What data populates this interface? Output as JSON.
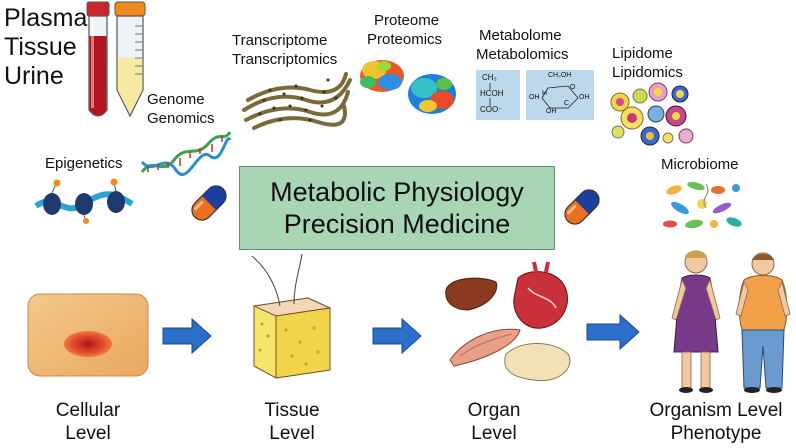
{
  "labels": {
    "sample_plasma": "Plasma",
    "sample_tissue": "Tissue",
    "sample_urine": "Urine",
    "genome": "Genome",
    "genomics": "Genomics",
    "transcriptome": "Transcriptome",
    "transcriptomics": "Transcriptomics",
    "proteome": "Proteome",
    "proteomics": "Proteomics",
    "metabolome": "Metabolome",
    "metabolomics": "Metabolomics",
    "lipidome": "Lipidome",
    "lipidomics": "Lipidomics",
    "epigenetics": "Epigenetics",
    "microbiome": "Microbiome"
  },
  "center": {
    "line1": "Metabolic Physiology",
    "line2": "Precision Medicine"
  },
  "levels": [
    {
      "line1": "Cellular",
      "line2": "Level"
    },
    {
      "line1": "Tissue",
      "line2": "Level"
    },
    {
      "line1": "Organ",
      "line2": "Level"
    },
    {
      "line1": "Organism Level",
      "line2": "Phenotype"
    }
  ],
  "molecule_text": {
    "lactate_top": "CH₃",
    "lactate_mid": "HCOH",
    "lactate_bot": "COO⁻",
    "glucose_ch2oh": "CH₂OH",
    "glucose_oh": "OH",
    "glucose_h": "H",
    "glucose_c": "C",
    "glucose_o": "O"
  },
  "colors": {
    "center_box": "#a8d5b3",
    "arrow_blue": "#2a6fc9",
    "capsule_blue": "#1f3f9e",
    "capsule_orange": "#e8701e",
    "metabolite_panel": "#bcd9ec"
  }
}
